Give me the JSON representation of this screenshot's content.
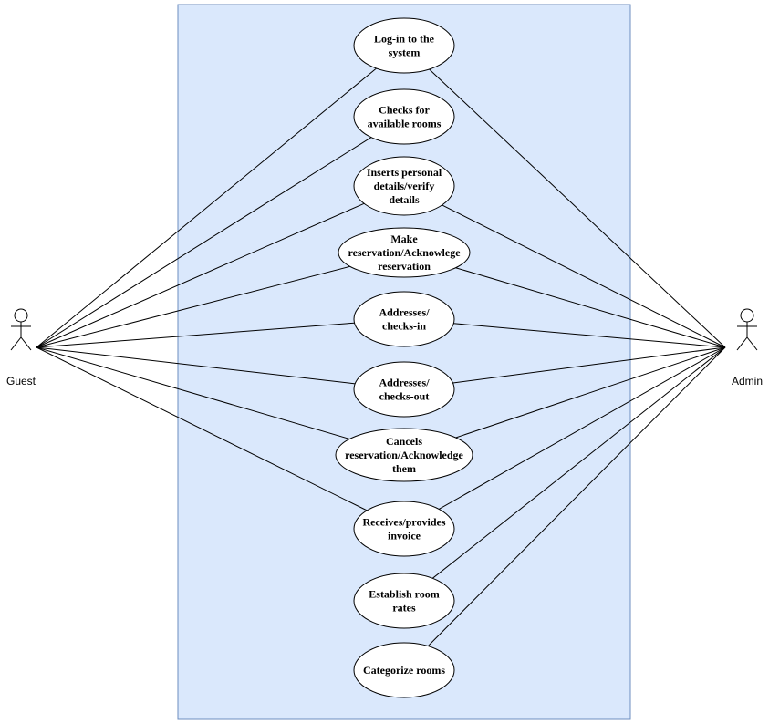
{
  "actors": {
    "guest": {
      "label": "Guest"
    },
    "admin": {
      "label": "Admin"
    }
  },
  "colors": {
    "boundary_fill": "#dae8fc",
    "boundary_stroke": "#6c8ebf",
    "usecase_fill": "#ffffff",
    "stroke": "#000000"
  },
  "use_cases": [
    {
      "id": "login",
      "lines": [
        "Log-in to the",
        "system"
      ],
      "guest": true,
      "admin": true
    },
    {
      "id": "check-rooms",
      "lines": [
        "Checks for",
        "available rooms"
      ],
      "guest": true,
      "admin": false
    },
    {
      "id": "personal-details",
      "lines": [
        "Inserts personal",
        "details/verify",
        "details"
      ],
      "guest": true,
      "admin": true
    },
    {
      "id": "make-reservation",
      "lines": [
        "Make",
        "reservation/Acknowlege",
        "reservation"
      ],
      "guest": true,
      "admin": true
    },
    {
      "id": "check-in",
      "lines": [
        "Addresses/",
        "checks-in"
      ],
      "guest": true,
      "admin": true
    },
    {
      "id": "check-out",
      "lines": [
        "Addresses/",
        "checks-out"
      ],
      "guest": true,
      "admin": true
    },
    {
      "id": "cancel-reservation",
      "lines": [
        "Cancels",
        "reservation/Acknowledge",
        "them"
      ],
      "guest": true,
      "admin": true
    },
    {
      "id": "invoice",
      "lines": [
        "Receives/provides",
        "invoice"
      ],
      "guest": true,
      "admin": true
    },
    {
      "id": "room-rates",
      "lines": [
        "Establish room",
        "rates"
      ],
      "guest": false,
      "admin": true
    },
    {
      "id": "categorize-rooms",
      "lines": [
        "Categorize rooms"
      ],
      "guest": false,
      "admin": true
    }
  ]
}
